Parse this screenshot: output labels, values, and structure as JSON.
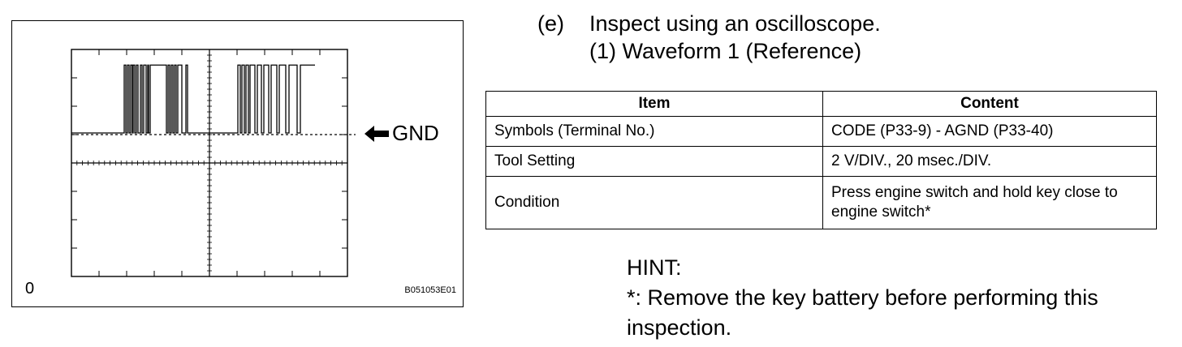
{
  "figure": {
    "gnd_label": "GND",
    "origin_label": "0",
    "figure_code": "B051053E01"
  },
  "instructions": {
    "step_tag": "(e)",
    "step_text": "Inspect using an oscilloscope.",
    "sub_step": "(1) Waveform 1 (Reference)"
  },
  "table": {
    "headers": [
      "Item",
      "Content"
    ],
    "rows": [
      {
        "item": "Symbols (Terminal No.)",
        "content": "CODE (P33-9) - AGND (P33-40)"
      },
      {
        "item": "Tool Setting",
        "content": "2 V/DIV., 20 msec./DIV."
      },
      {
        "item": "Condition",
        "content": "Press engine switch and hold key close to engine switch*"
      }
    ]
  },
  "hint": {
    "title": "HINT:",
    "text": "*: Remove the key battery before performing this inspection."
  }
}
